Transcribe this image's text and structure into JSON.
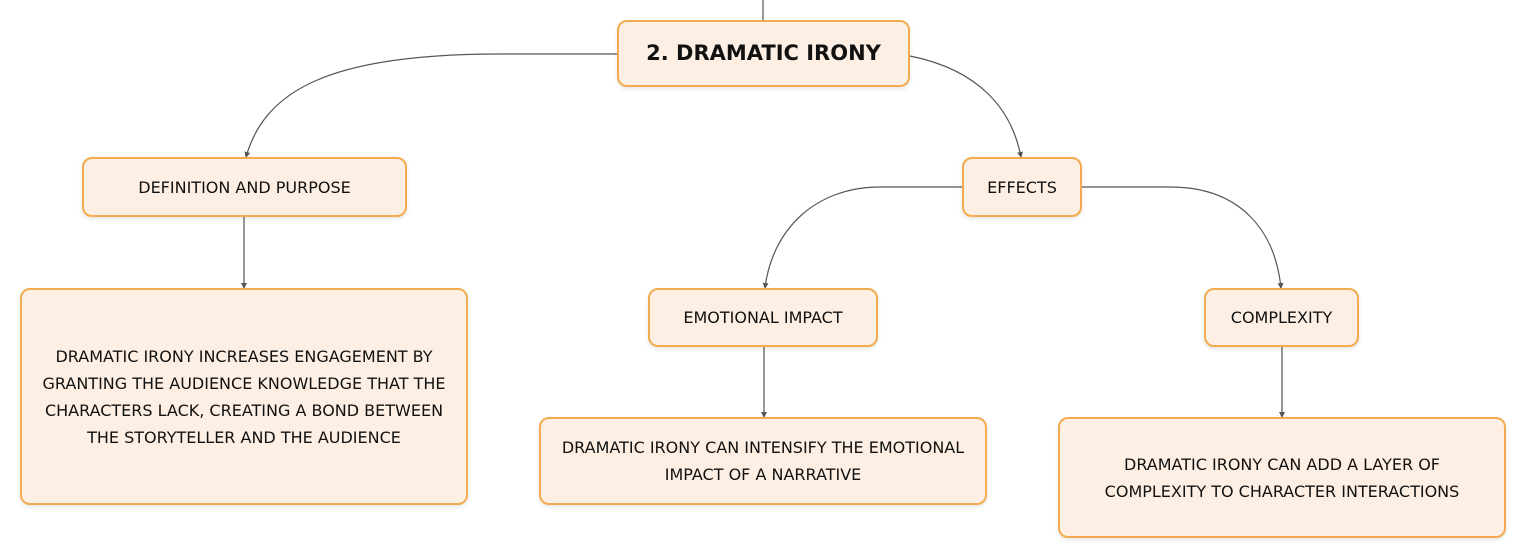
{
  "diagram": {
    "root": {
      "label": "2. DRAMATIC IRONY"
    },
    "definition": {
      "label": "DEFINITION AND PURPOSE",
      "detail": "DRAMATIC IRONY INCREASES ENGAGEMENT BY GRANTING THE AUDIENCE KNOWLEDGE THAT THE CHARACTERS LACK, CREATING A BOND BETWEEN THE STORYTELLER AND THE AUDIENCE"
    },
    "effects": {
      "label": "EFFECTS",
      "emotional": {
        "label": "EMOTIONAL IMPACT",
        "detail": "DRAMATIC IRONY CAN INTENSIFY THE EMOTIONAL IMPACT OF A NARRATIVE"
      },
      "complexity": {
        "label": "COMPLEXITY",
        "detail": "DRAMATIC IRONY CAN ADD A LAYER OF COMPLEXITY TO CHARACTER INTERACTIONS"
      }
    },
    "colors": {
      "node_border": "#f2ac4f",
      "node_fill": "#fdefe3",
      "connector": "#555555",
      "text": "#111111"
    }
  }
}
